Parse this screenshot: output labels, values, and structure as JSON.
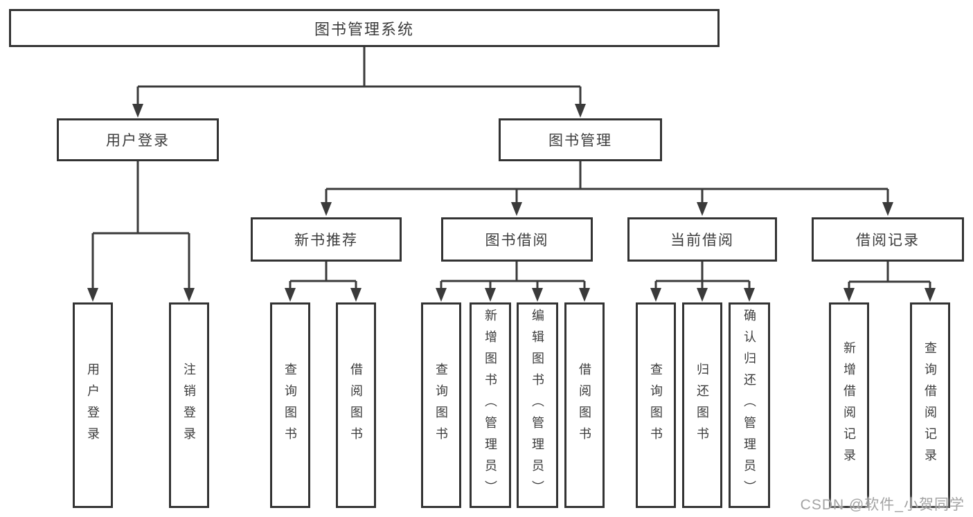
{
  "root": {
    "label": "图书管理系统"
  },
  "level2": {
    "user_login": "用户登录",
    "book_management": "图书管理"
  },
  "level3": {
    "new_book_recommend": "新书推荐",
    "book_borrow": "图书借阅",
    "current_borrow": "当前借阅",
    "borrow_records": "借阅记录"
  },
  "leaves": {
    "user_login_children": [
      "用户登录",
      "注销登录"
    ],
    "new_book_children": [
      "查询图书",
      "借阅图书"
    ],
    "book_borrow_children": [
      "查询图书",
      "新增图书（管理员）",
      "编辑图书（管理员）",
      "借阅图书"
    ],
    "current_borrow_children": [
      "查询图书",
      "归还图书",
      "确认归还（管理员）"
    ],
    "record_children": [
      "新增借阅记录",
      "查询借阅记录"
    ]
  },
  "watermark": "CSDN @软件_小贺同学",
  "colors": {
    "line": "#3a3a3a",
    "text": "#3c3c3c",
    "background": "#ffffff",
    "watermark": "#a3a3a3"
  }
}
